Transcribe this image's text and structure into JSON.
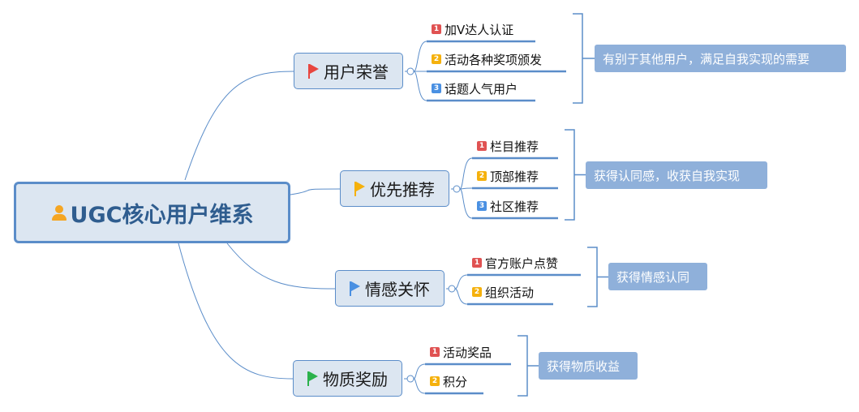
{
  "root": {
    "title": "UGC核心用户维系",
    "icon": "person-icon"
  },
  "colors": {
    "priority_1": "#e05252",
    "priority_2": "#f5b10d",
    "priority_3": "#4a90e2",
    "line": "#5b8dc9",
    "summary_bg": "#8fb0da"
  },
  "branches": [
    {
      "label": "用户荣誉",
      "flag_color": "#e8463f",
      "items": [
        {
          "num": "1",
          "text": "加V达人认证"
        },
        {
          "num": "2",
          "text": "活动各种奖项颁发"
        },
        {
          "num": "3",
          "text": "话题人气用户"
        }
      ],
      "summary": "有别于其他用户，满足自我实现的需要"
    },
    {
      "label": "优先推荐",
      "flag_color": "#f5b10d",
      "items": [
        {
          "num": "1",
          "text": "栏目推荐"
        },
        {
          "num": "2",
          "text": "顶部推荐"
        },
        {
          "num": "3",
          "text": "社区推荐"
        }
      ],
      "summary": "获得认同感，收获自我实现"
    },
    {
      "label": "情感关怀",
      "flag_color": "#4a90e2",
      "items": [
        {
          "num": "1",
          "text": "官方账户点赞"
        },
        {
          "num": "2",
          "text": "组织活动"
        }
      ],
      "summary": "获得情感认同"
    },
    {
      "label": "物质奖励",
      "flag_color": "#2bb24c",
      "items": [
        {
          "num": "1",
          "text": "活动奖品"
        },
        {
          "num": "2",
          "text": "积分"
        }
      ],
      "summary": "获得物质收益"
    }
  ]
}
